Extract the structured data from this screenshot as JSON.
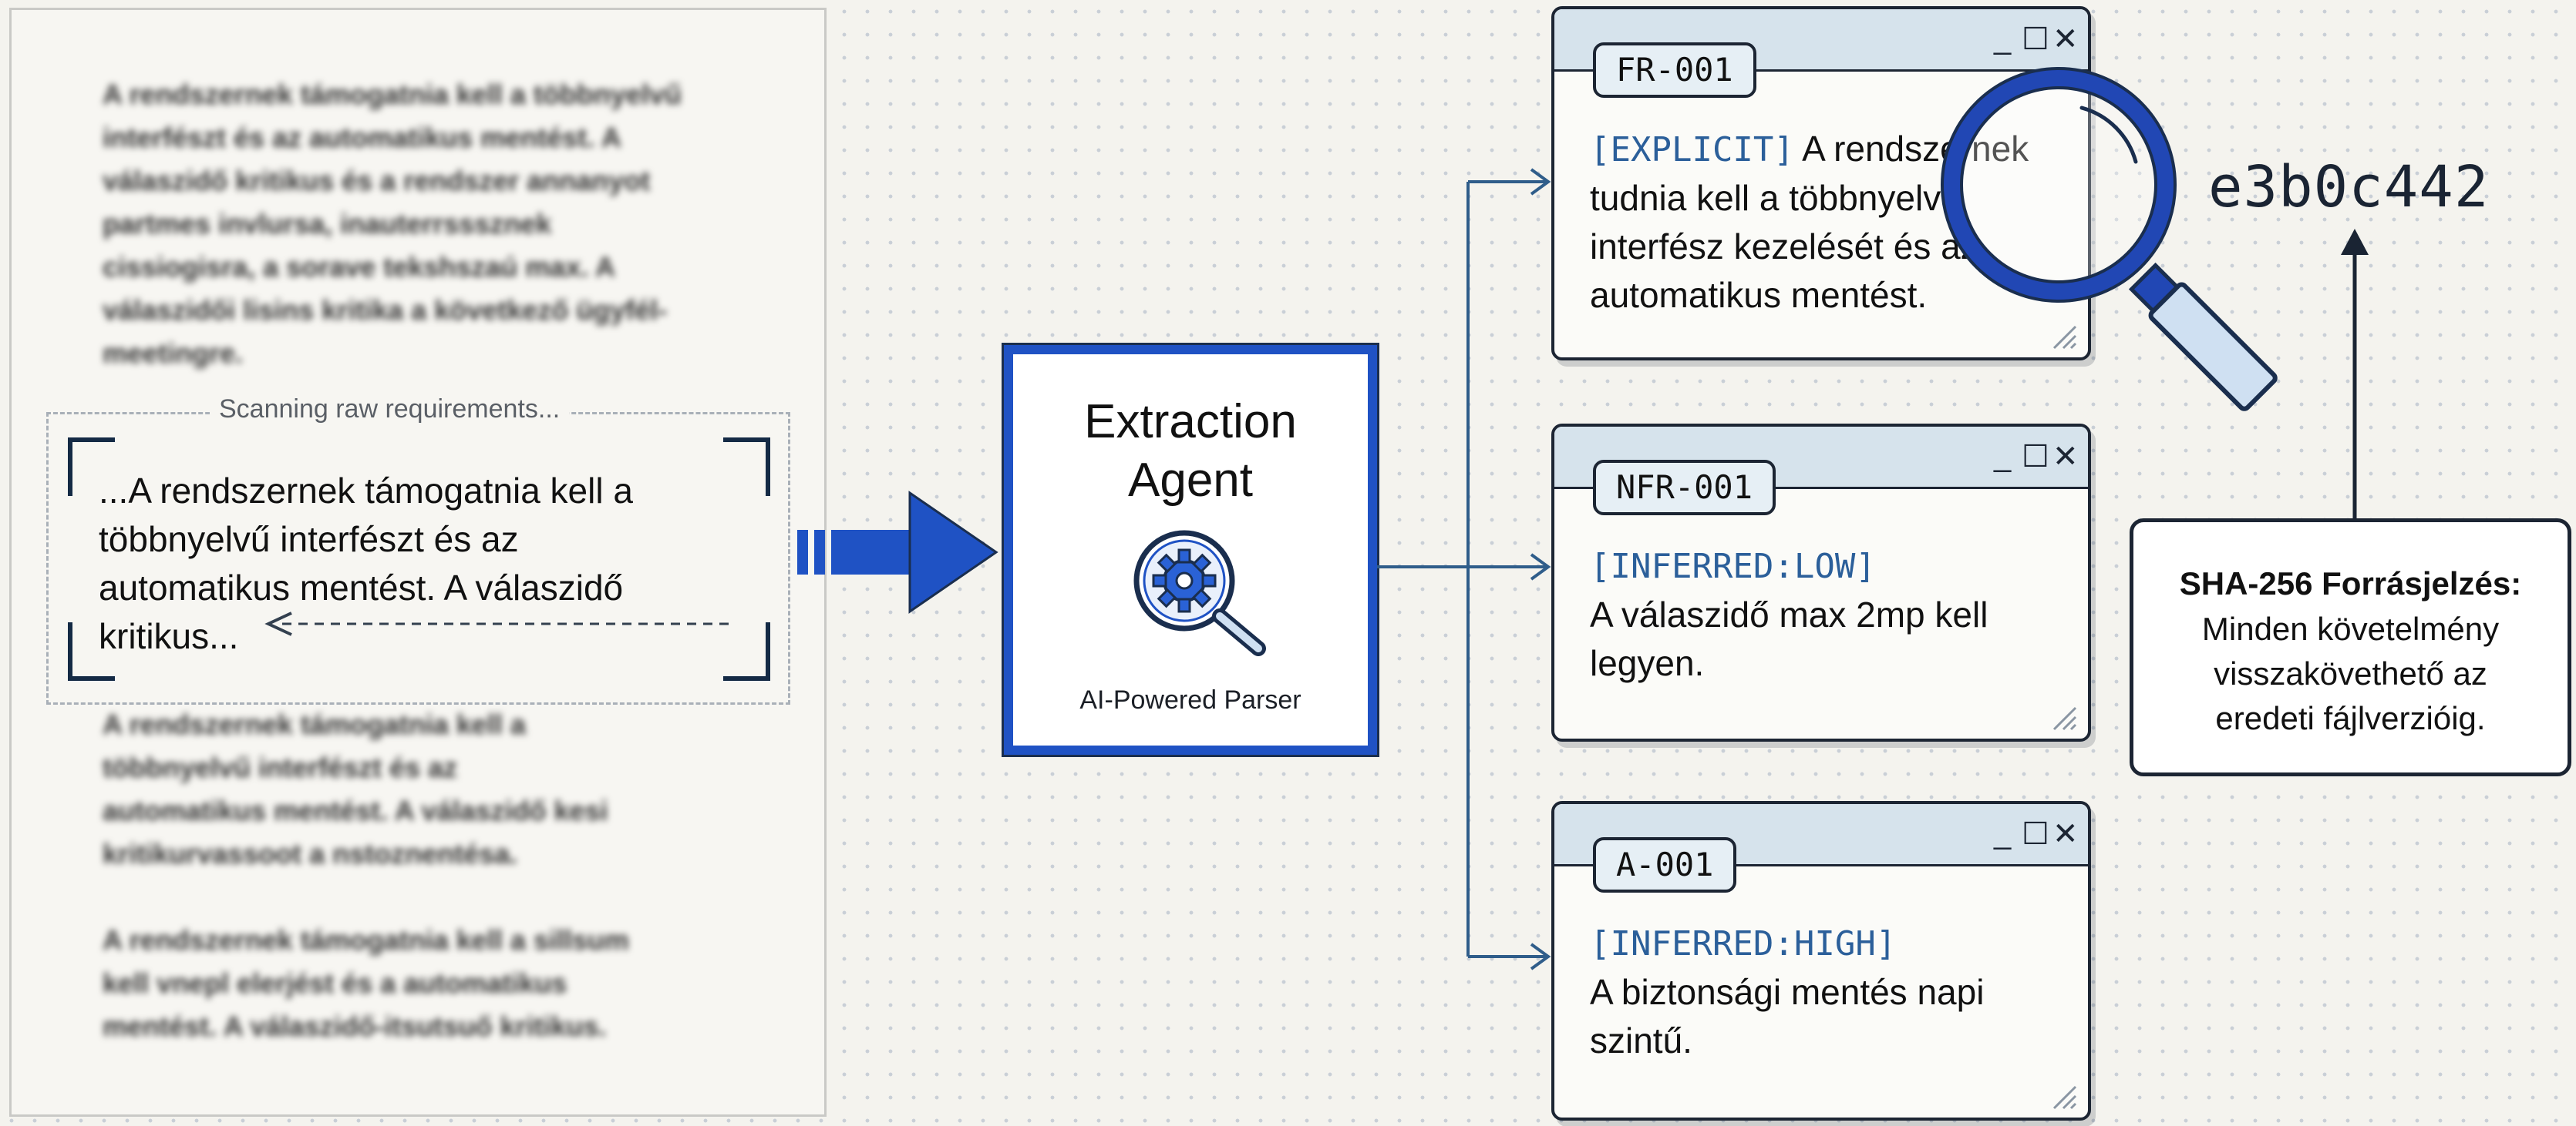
{
  "source": {
    "para1": [
      "A rendszernek támogatnia kell a többnyelvű",
      "interfészt és az automatikus mentést. A",
      "válaszidő kritikus és a rendszer annanyot",
      "partmes invlursa, inauterrsssznek",
      "cissiogisra, a sorave tekshszaú max. A",
      "válaszidői lisins kritika a következő ügyfél-",
      "meetingre."
    ],
    "scan_label": "Scanning raw requirements...",
    "snippet": [
      "...A rendszernek támogatnia kell a",
      "többnyelvű interfészt és az",
      "automatikus mentést. A válaszidő",
      "kritikus..."
    ],
    "para2": [
      "A rendszernek támogatnia kell a",
      "többnyelvű interfészt és az",
      "automatikus mentést. A válaszidő kesi",
      "kritikurvassoot a nstoznentésa."
    ],
    "para3": [
      "A rendszernek támogatnia kell a sillsum",
      "kell vnepl elerjést és a automatikus",
      "mentést. A válaszidő-itsutsuő kritikus."
    ]
  },
  "agent": {
    "title_line1": "Extraction",
    "title_line2": "Agent",
    "subtitle": "AI-Powered Parser",
    "icon": "gear-magnifier-icon",
    "accent": "#1f52c4"
  },
  "requirements": [
    {
      "id": "FR-001",
      "tag": "[EXPLICIT]",
      "text": " A rendszernek tudnia kell a többnyelvű interfész kezelését és az automatikus mentést."
    },
    {
      "id": "NFR-001",
      "tag": "[INFERRED:LOW]",
      "text": "A válaszidő max 2mp kell legyen."
    },
    {
      "id": "A-001",
      "tag": "[INFERRED:HIGH]",
      "text": "A biztonsági mentés napi szintű."
    }
  ],
  "window_controls": {
    "minimize": "_",
    "maximize": "☐",
    "close": "✕"
  },
  "hash": "e3b0c442",
  "provenance": {
    "title": "SHA-256 Forrásjelzés:",
    "line1": "Minden követelmény",
    "line2": "visszakövethető az",
    "line3": "eredeti fájlverzióig."
  },
  "colors": {
    "tag": "#2b5f9a",
    "window_bar": "#d6e3ec",
    "flow_arrow": "#1f52c4",
    "line": "#2f5d8a",
    "magnifier": "#2147b4"
  }
}
